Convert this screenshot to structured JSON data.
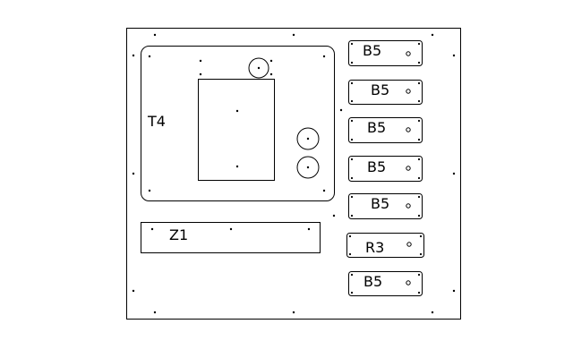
{
  "drawing": {
    "panel_label": "T4",
    "bar_label": "Z1",
    "components": [
      {
        "label": "B5"
      },
      {
        "label": "B5"
      },
      {
        "label": "B5"
      },
      {
        "label": "B5"
      },
      {
        "label": "B5"
      },
      {
        "label": "R3"
      },
      {
        "label": "B5"
      }
    ]
  }
}
